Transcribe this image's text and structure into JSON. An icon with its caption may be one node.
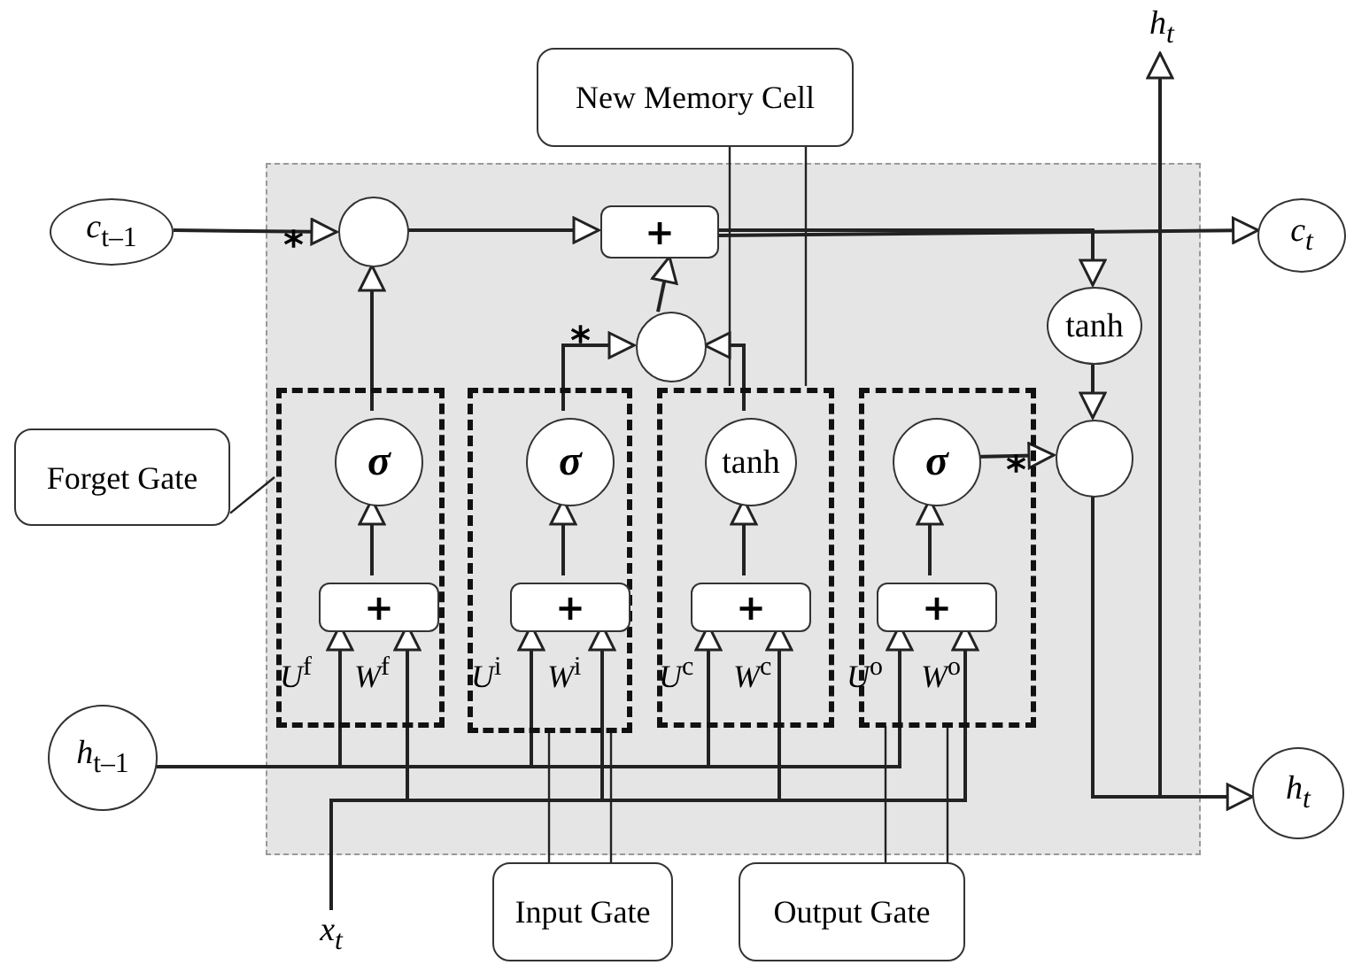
{
  "diagram": {
    "nodes": [
      {
        "text": [],
        "shape": "box"
      },
      {
        "text": [
          "*c*$_{t–1}$"
        ]
      },
      {
        "text": [],
        "shape": "circle",
        "in": 0
      },
      {
        "text": [
          "+"
        ],
        "in": 0
      },
      {
        "text": [],
        "shape": "circle",
        "in": 0
      },
      {
        "text": [],
        "shape": "box",
        "in": 0
      },
      {
        "text": [
          "σ"
        ],
        "in": 5
      },
      {
        "text": [
          "+"
        ],
        "in": 5
      },
      {
        "text": [],
        "shape": "box",
        "in": 0
      },
      {
        "text": [
          "σ"
        ],
        "in": 8
      },
      {
        "text": [
          "+"
        ],
        "in": 8
      },
      {
        "text": [],
        "shape": "box",
        "in": 0
      },
      {
        "text": [
          "tanh"
        ],
        "in": 11
      },
      {
        "text": [
          "+"
        ],
        "in": 11
      },
      {
        "text": [],
        "shape": "box",
        "in": 0
      },
      {
        "text": [
          "σ"
        ],
        "in": 14
      },
      {
        "text": [
          "+"
        ],
        "in": 14
      },
      {
        "text": [
          "tanh"
        ],
        "in": 0
      },
      {
        "text": [],
        "shape": "circle",
        "in": 0
      },
      {
        "text": [
          "*c$_{t}$*"
        ]
      },
      {
        "text": [
          "*h$_{t}$*"
        ]
      },
      {
        "text": [
          "*h$_{t}$*"
        ]
      },
      {
        "text": [
          "*h*$_{t–1}$"
        ]
      },
      {
        "text": [
          "*x$_{t}$*"
        ]
      },
      {
        "text": [
          "New Memory Cell"
        ]
      },
      {
        "text": [
          "Forget Gate"
        ]
      },
      {
        "text": [
          "Input Gate"
        ]
      },
      {
        "text": [
          "Output Gate"
        ]
      }
    ],
    "edges": [
      {
        "from": 1,
        "to": 2,
        "arrow": "to"
      },
      {
        "from": 6,
        "to": 2,
        "arrow": "to"
      },
      {
        "from": 2,
        "to": 3,
        "arrow": "to"
      },
      {
        "from": 4,
        "to": 3,
        "arrow": "to"
      },
      {
        "from": 9,
        "to": 4,
        "arrow": "to"
      },
      {
        "from": 12,
        "to": 4,
        "arrow": "to"
      },
      {
        "from": 3,
        "to": 19,
        "arrow": "to"
      },
      {
        "from": 3,
        "to": 17,
        "arrow": "to"
      },
      {
        "from": 17,
        "to": 18,
        "arrow": "to"
      },
      {
        "from": 15,
        "to": 18,
        "arrow": "to"
      },
      {
        "from": 18,
        "to": 20,
        "arrow": "to"
      },
      {
        "from": 18,
        "to": 21,
        "arrow": "to"
      },
      {
        "from": 7,
        "to": 6,
        "arrow": "to"
      },
      {
        "from": 10,
        "to": 9,
        "arrow": "to"
      },
      {
        "from": 13,
        "to": 12,
        "arrow": "to"
      },
      {
        "from": 16,
        "to": 15,
        "arrow": "to"
      },
      {
        "from": 22,
        "to": 7,
        "arrow": "to"
      },
      {
        "from": 22,
        "to": 10,
        "arrow": "to"
      },
      {
        "from": 22,
        "to": 13,
        "arrow": "to"
      },
      {
        "from": 22,
        "to": 16,
        "arrow": "to"
      },
      {
        "from": 23,
        "to": 7,
        "arrow": "to"
      },
      {
        "from": 23,
        "to": 10,
        "arrow": "to"
      },
      {
        "from": 23,
        "to": 13,
        "arrow": "to"
      },
      {
        "from": 23,
        "to": 16,
        "arrow": "to"
      },
      {
        "from": 24,
        "to": 11,
        "arrow": "none"
      },
      {
        "from": 24,
        "to": 11,
        "arrow": "none"
      },
      {
        "from": 25,
        "to": 5,
        "arrow": "none"
      },
      {
        "from": 26,
        "to": 8,
        "arrow": "none"
      },
      {
        "from": 26,
        "to": 8,
        "arrow": "none"
      },
      {
        "from": 27,
        "to": 14,
        "arrow": "none"
      },
      {
        "from": 27,
        "to": 14,
        "arrow": "none"
      }
    ],
    "labels": [
      "*",
      "*",
      "*",
      "*U*$^{f}$",
      "*W*$^{f}$",
      "*U*$^{i}$",
      "*W*$^{i}$",
      "*U*$^{c}$",
      "*W*$^{c}$",
      "*U*$^{o}$",
      "*W*$^{o}$"
    ]
  }
}
